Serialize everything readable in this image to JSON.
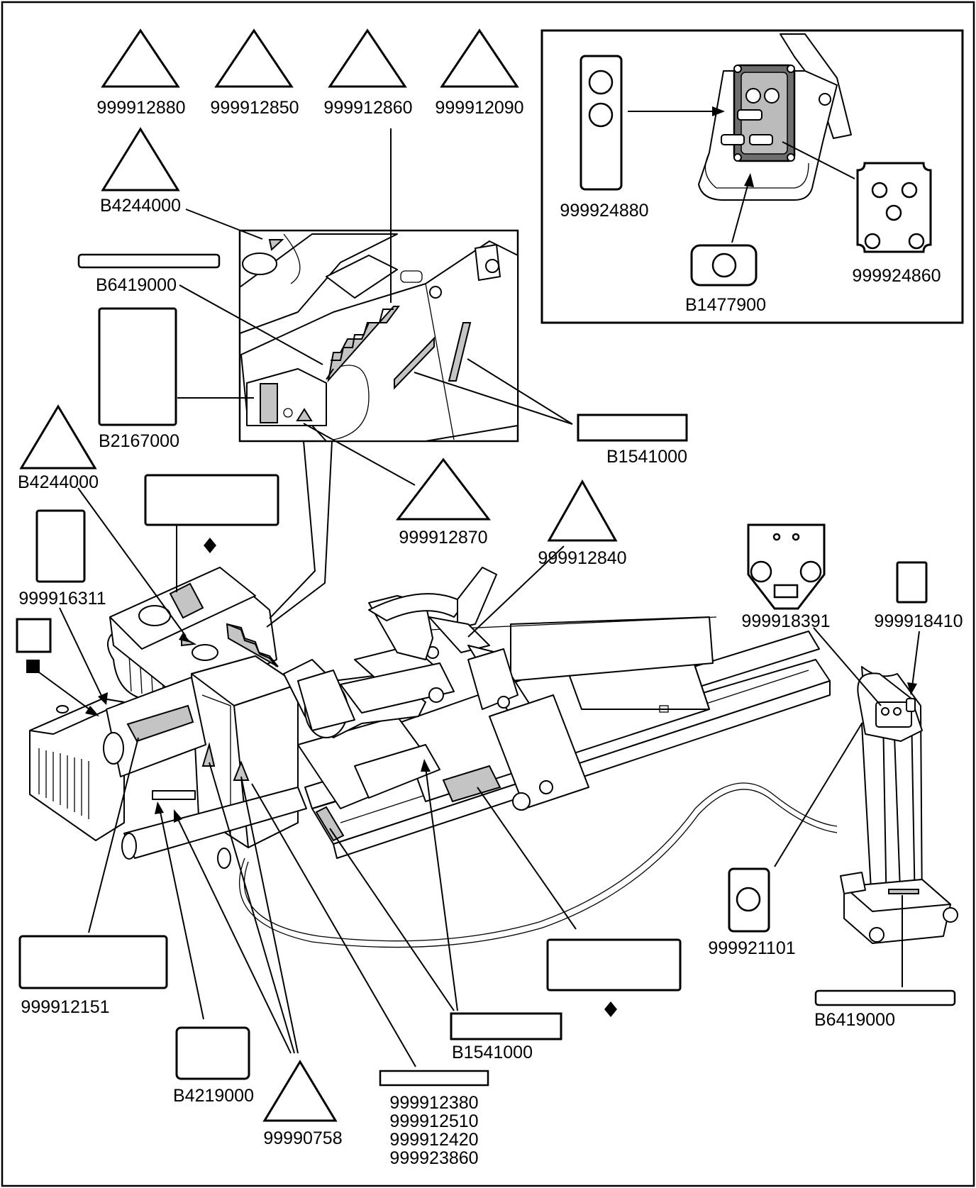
{
  "labels": {
    "tri_999912880": "999912880",
    "tri_999912850": "999912850",
    "tri_999912860": "999912860",
    "tri_999912090": "999912090",
    "tri_b4244000_top": "B4244000",
    "bar_b6419000_left": "B6419000",
    "rect_b2167000": "B2167000",
    "bar_b1541000_top": "B1541000",
    "tri_b4244000_left": "B4244000",
    "tri_999912870": "999912870",
    "tri_999912840": "999912840",
    "rect_999916311": "999916311",
    "inset_999924880": "999924880",
    "inset_b1477900": "B1477900",
    "inset_999924860": "999924860",
    "plate_999918391": "999918391",
    "rect_999918410": "999918410",
    "rect_999921101": "999921101",
    "bar_b6419000_right": "B6419000",
    "rect_999912151": "999912151",
    "rect_b4219000": "B4219000",
    "tri_99990758": "99990758",
    "bar_b1541000_bottom": "B1541000",
    "stack_line_1": "999912380",
    "stack_line_2": "999912510",
    "stack_line_3": "999912420",
    "stack_line_4": "999923860"
  },
  "legend_symbols": {
    "diamond": "diamond-icon",
    "square": "square-icon"
  },
  "colors": {
    "decal_fill": "#c4c4c4",
    "line": "#000000",
    "background": "#ffffff"
  }
}
